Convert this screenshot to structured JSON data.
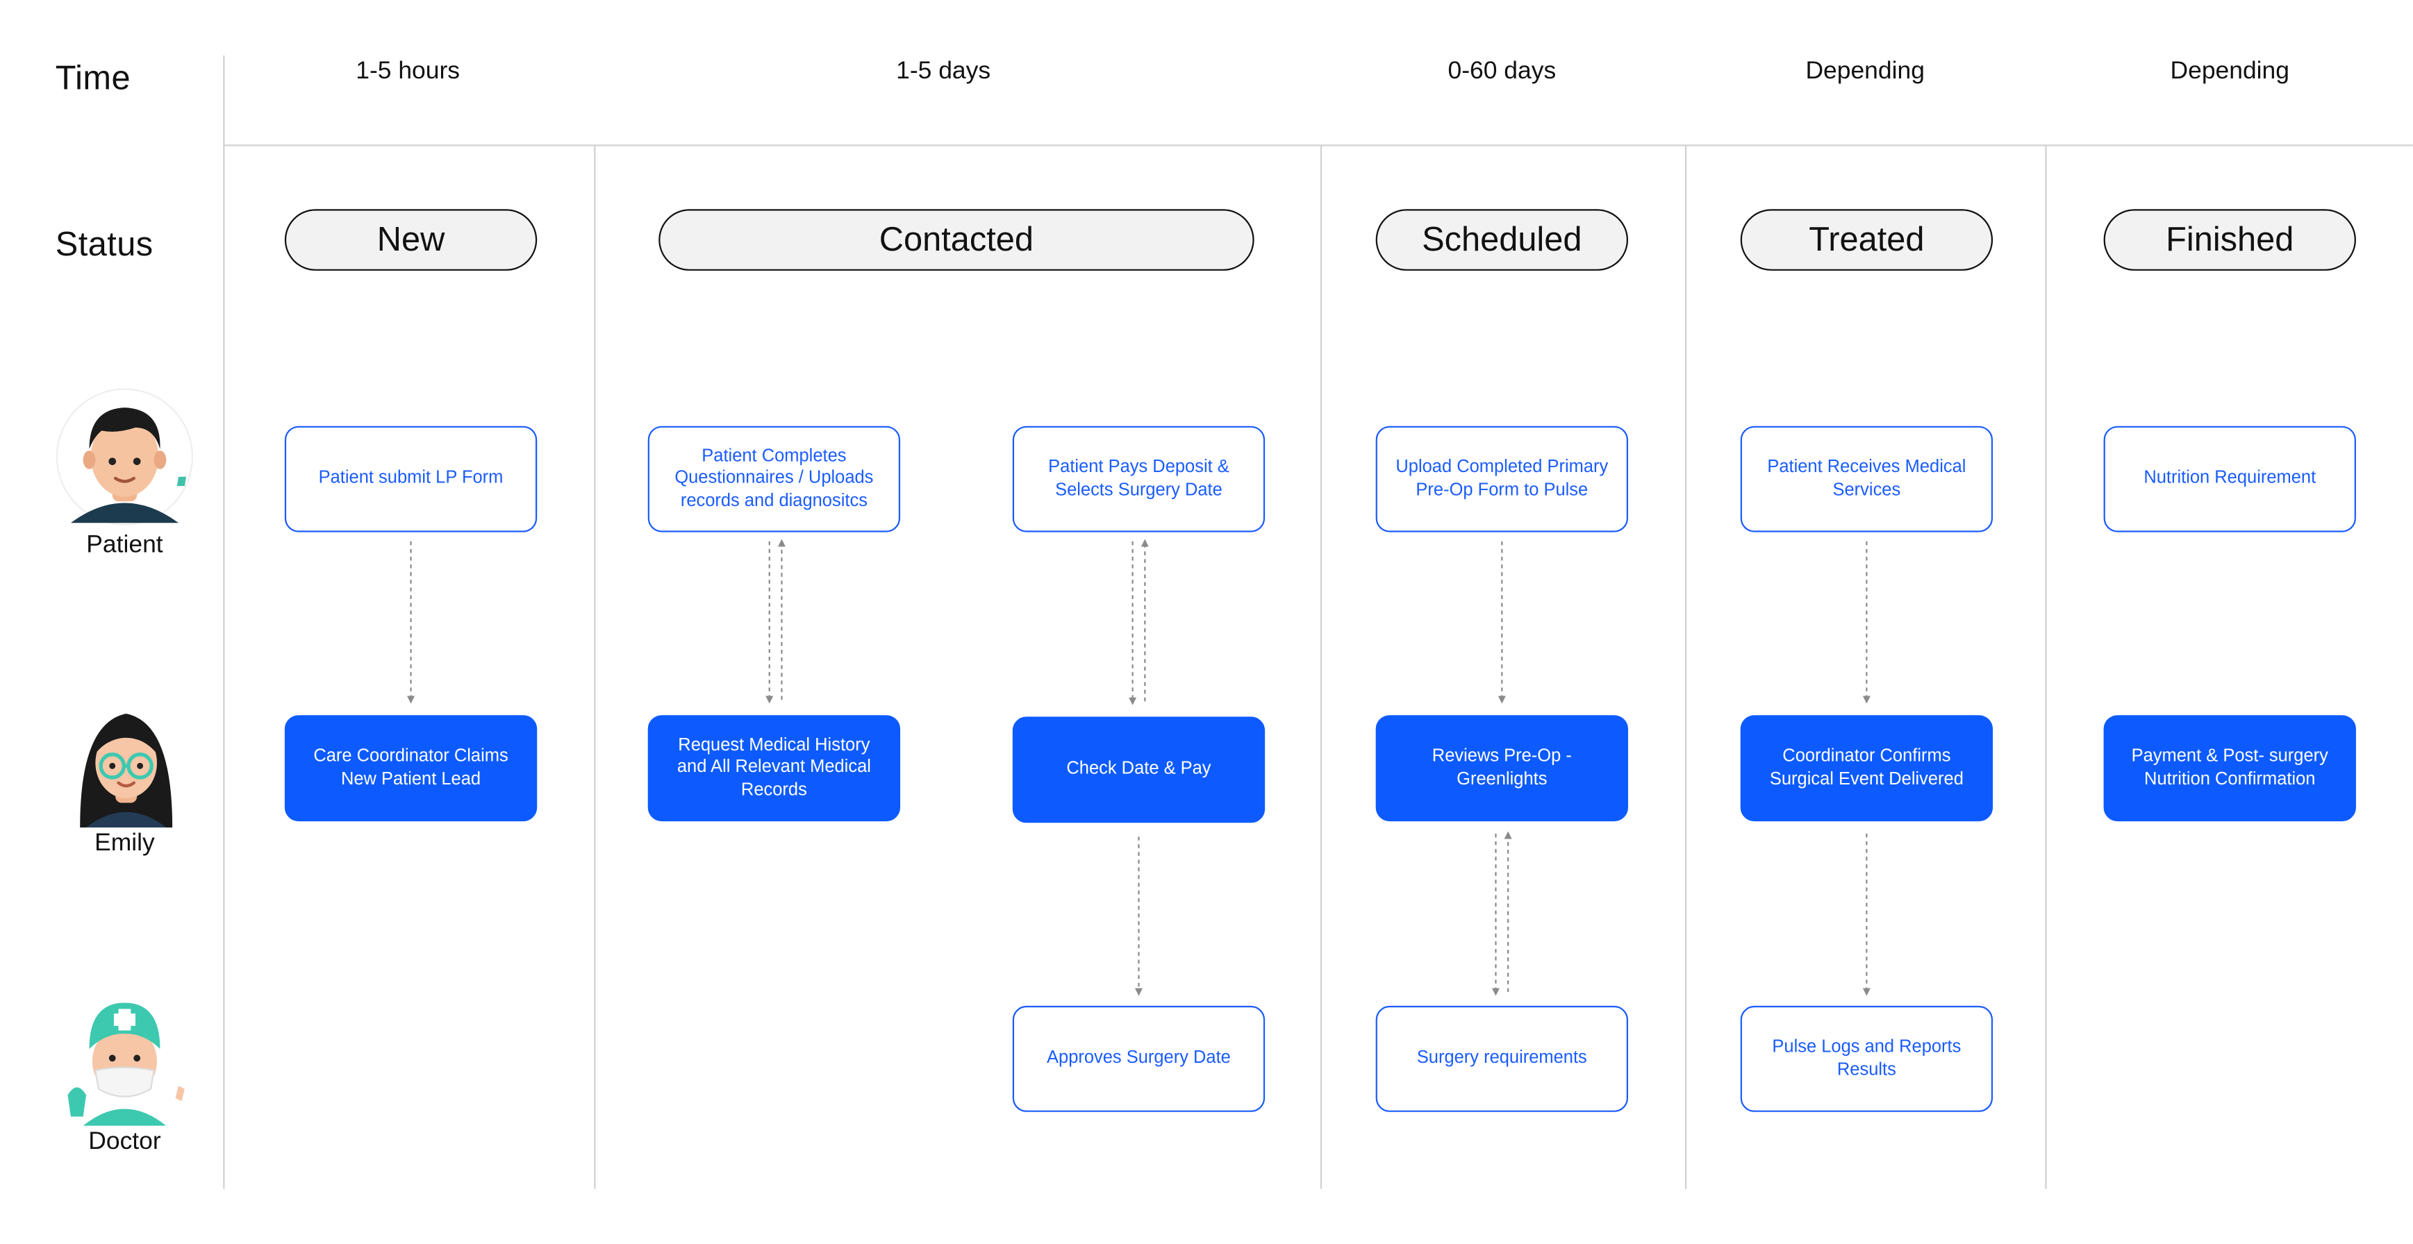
{
  "rows": {
    "time_label": "Time",
    "status_label": "Status"
  },
  "times": [
    "1-5 hours",
    "1-5 days",
    "0-60 days",
    "Depending",
    "Depending"
  ],
  "statuses": [
    "New",
    "Contacted",
    "Scheduled",
    "Treated",
    "Finished"
  ],
  "actors": {
    "patient": {
      "name": "Patient",
      "icon": "patient-avatar-icon"
    },
    "emily": {
      "name": "Emily",
      "icon": "coordinator-avatar-icon"
    },
    "doctor": {
      "name": "Doctor",
      "icon": "doctor-avatar-icon"
    }
  },
  "steps": {
    "new": {
      "patient": "Patient submit LP Form",
      "emily": "Care Coordinator Claims New Patient Lead"
    },
    "contacted_a": {
      "patient": "Patient Completes Questionnaires / Uploads records and diagnositcs",
      "emily": "Request Medical History and All Relevant Medical Records"
    },
    "contacted_b": {
      "patient": "Patient Pays Deposit & Selects Surgery Date",
      "emily": "Check Date & Pay",
      "doctor": "Approves Surgery Date"
    },
    "scheduled": {
      "patient": "Upload Completed Primary Pre-Op Form to Pulse",
      "emily": "Reviews Pre-Op - Greenlights",
      "doctor": "Surgery requirements"
    },
    "treated": {
      "patient": "Patient Receives Medical Services",
      "emily": "Coordinator Confirms Surgical Event Delivered",
      "doctor": "Pulse Logs and Reports Results"
    },
    "finished": {
      "patient": "Nutrition Requirement",
      "emily": "Payment & Post- surgery Nutrition Confirmation"
    }
  },
  "colors": {
    "primary": "#0d5bff",
    "pill_fill": "#f2f2f2",
    "divider": "#d0d0d0",
    "arrow": "#8a8a8a"
  }
}
